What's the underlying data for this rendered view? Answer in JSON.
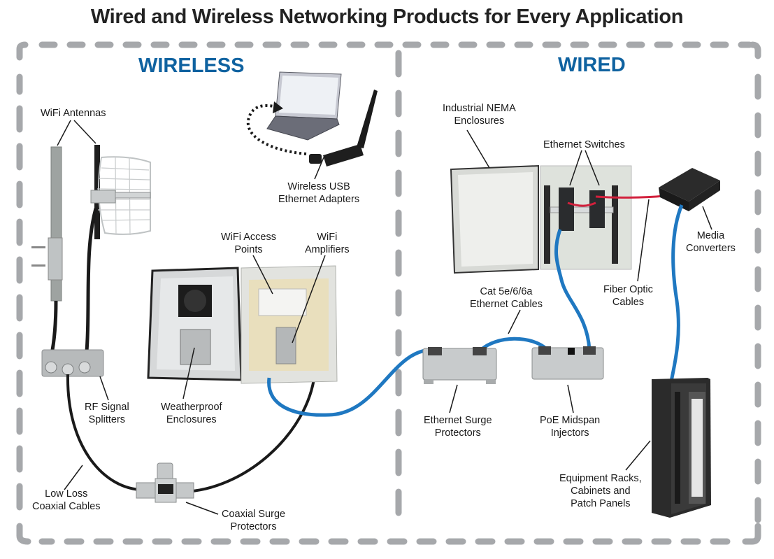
{
  "title": "Wired and Wireless Networking Products for Every Application",
  "sections": {
    "wireless": {
      "heading": "WIRELESS"
    },
    "wired": {
      "heading": "WIRED"
    }
  },
  "colors": {
    "heading_blue": "#0f62a0",
    "dash_border": "#a6a8ab",
    "ethernet_cable": "#1f78c1",
    "fiber_cable": "#d2203c",
    "coax_cable": "#1a1a1a"
  },
  "labels": {
    "wifi_antennas": "WiFi Antennas",
    "usb_adapters": [
      "Wireless USB",
      "Ethernet Adapters"
    ],
    "access_points": [
      "WiFi Access",
      "Points"
    ],
    "amplifiers": [
      "WiFi",
      "Amplifiers"
    ],
    "rf_splitters": [
      "RF Signal",
      "Splitters"
    ],
    "weatherproof": [
      "Weatherproof",
      "Enclosures"
    ],
    "coax_cables": [
      "Low Loss",
      "Coaxial Cables"
    ],
    "coax_surge": [
      "Coaxial Surge",
      "Protectors"
    ],
    "nema": [
      "Industrial NEMA",
      "Enclosures"
    ],
    "switches": "Ethernet Switches",
    "media_converters": [
      "Media",
      "Converters"
    ],
    "fiber": [
      "Fiber Optic",
      "Cables"
    ],
    "cat_cables": [
      "Cat 5e/6/6a",
      "Ethernet Cables"
    ],
    "eth_surge": [
      "Ethernet Surge",
      "Protectors"
    ],
    "poe": [
      "PoE Midspan",
      "Injectors"
    ],
    "racks": [
      "Equipment Racks,",
      "Cabinets and",
      "Patch Panels"
    ]
  }
}
